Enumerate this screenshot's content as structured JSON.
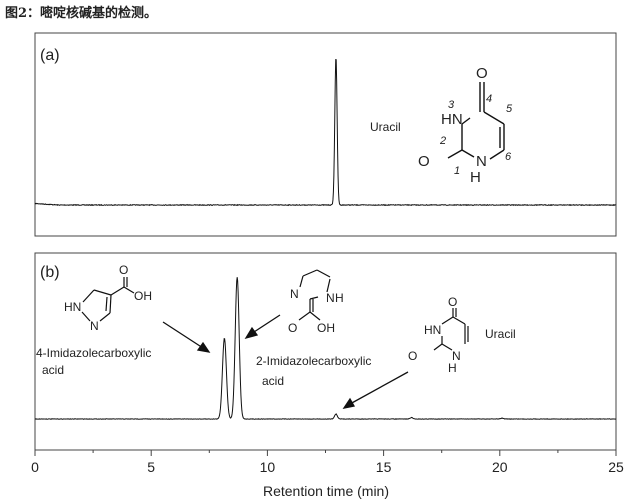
{
  "figure_caption": "图2：嘧啶核碱基的检测。",
  "chart_data": [
    {
      "type": "line",
      "panel": "a",
      "panel_label": "(a)",
      "xlabel": "Retention time (min)",
      "xlim": [
        0,
        25
      ],
      "x_ticks": [
        0,
        5,
        10,
        15,
        20,
        25
      ],
      "y_axis": "none",
      "peaks": [
        {
          "name": "Uracil",
          "rt": 12.95,
          "relative_height": 1.0
        }
      ],
      "annotations": [
        "Uracil"
      ],
      "structure": {
        "name": "Uracil",
        "atoms": [
          "O",
          "HN",
          "O",
          "N",
          "H"
        ],
        "numbering": [
          "1",
          "2",
          "3",
          "4",
          "5",
          "6"
        ]
      }
    },
    {
      "type": "line",
      "panel": "b",
      "panel_label": "(b)",
      "xlabel": "Retention time (min)",
      "xlim": [
        0,
        25
      ],
      "x_ticks": [
        0,
        5,
        10,
        15,
        20,
        25
      ],
      "y_axis": "none",
      "peaks": [
        {
          "name": "4-Imidazolecarboxylic acid",
          "rt": 8.15,
          "relative_height": 0.57
        },
        {
          "name": "2-Imidazolecarboxylic acid",
          "rt": 8.7,
          "relative_height": 1.0
        },
        {
          "name": "Uracil",
          "rt": 12.95,
          "relative_height": 0.035
        },
        {
          "name": "",
          "rt": 16.2,
          "relative_height": 0.01
        },
        {
          "name": "",
          "rt": 20.1,
          "relative_height": 0.006
        }
      ],
      "annotations": {
        "label_4": [
          "4-Imidazolecarboxylic",
          "acid"
        ],
        "label_2": [
          "2-Imidazolecarboxylic",
          "acid"
        ],
        "label_uracil": "Uracil"
      },
      "structures": {
        "imidazole_4": {
          "atoms": [
            "HN",
            "N",
            "O",
            "OH"
          ]
        },
        "imidazole_2": {
          "atoms": [
            "N",
            "N",
            "H",
            "O",
            "OH"
          ]
        },
        "uracil": {
          "atoms": [
            "O",
            "HN",
            "O",
            "N",
            "H"
          ]
        }
      }
    }
  ]
}
